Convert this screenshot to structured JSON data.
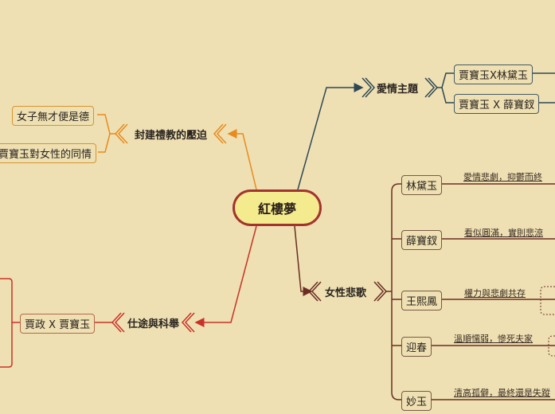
{
  "central": "紅樓夢",
  "branches": {
    "love": {
      "title": "愛情主題",
      "items": [
        "賈寶玉X林黛玉",
        "賈寶玉 X 薛寶釵"
      ]
    },
    "feudal": {
      "title": "封建禮教的壓迫",
      "items": [
        "女子無才便是德",
        "賈寶玉對女性的同情"
      ]
    },
    "career": {
      "title": "仕途與科舉",
      "items": [
        "賈政 X 賈寶玉"
      ]
    },
    "women": {
      "title": "女性悲歌",
      "items": [
        {
          "name": "林黛玉",
          "note": "愛情悲劇，抑鬱而終"
        },
        {
          "name": "薛寶釵",
          "note": "看似圓滿，實則悲涼"
        },
        {
          "name": "王熙鳳",
          "note": "權力與悲劇共存"
        },
        {
          "name": "迎春",
          "note": "溫順懦弱，慘死夫家"
        },
        {
          "name": "妙玉",
          "note": "清高孤僻，最終還是失蹤"
        }
      ]
    }
  },
  "colors": {
    "background": "#eee0b2",
    "central_fill": "#f4eb8f",
    "central_border": "#a3332f",
    "love": "#2f4756",
    "feudal": "#e88a1e",
    "career": "#c8322b",
    "women": "#6b2d24"
  }
}
